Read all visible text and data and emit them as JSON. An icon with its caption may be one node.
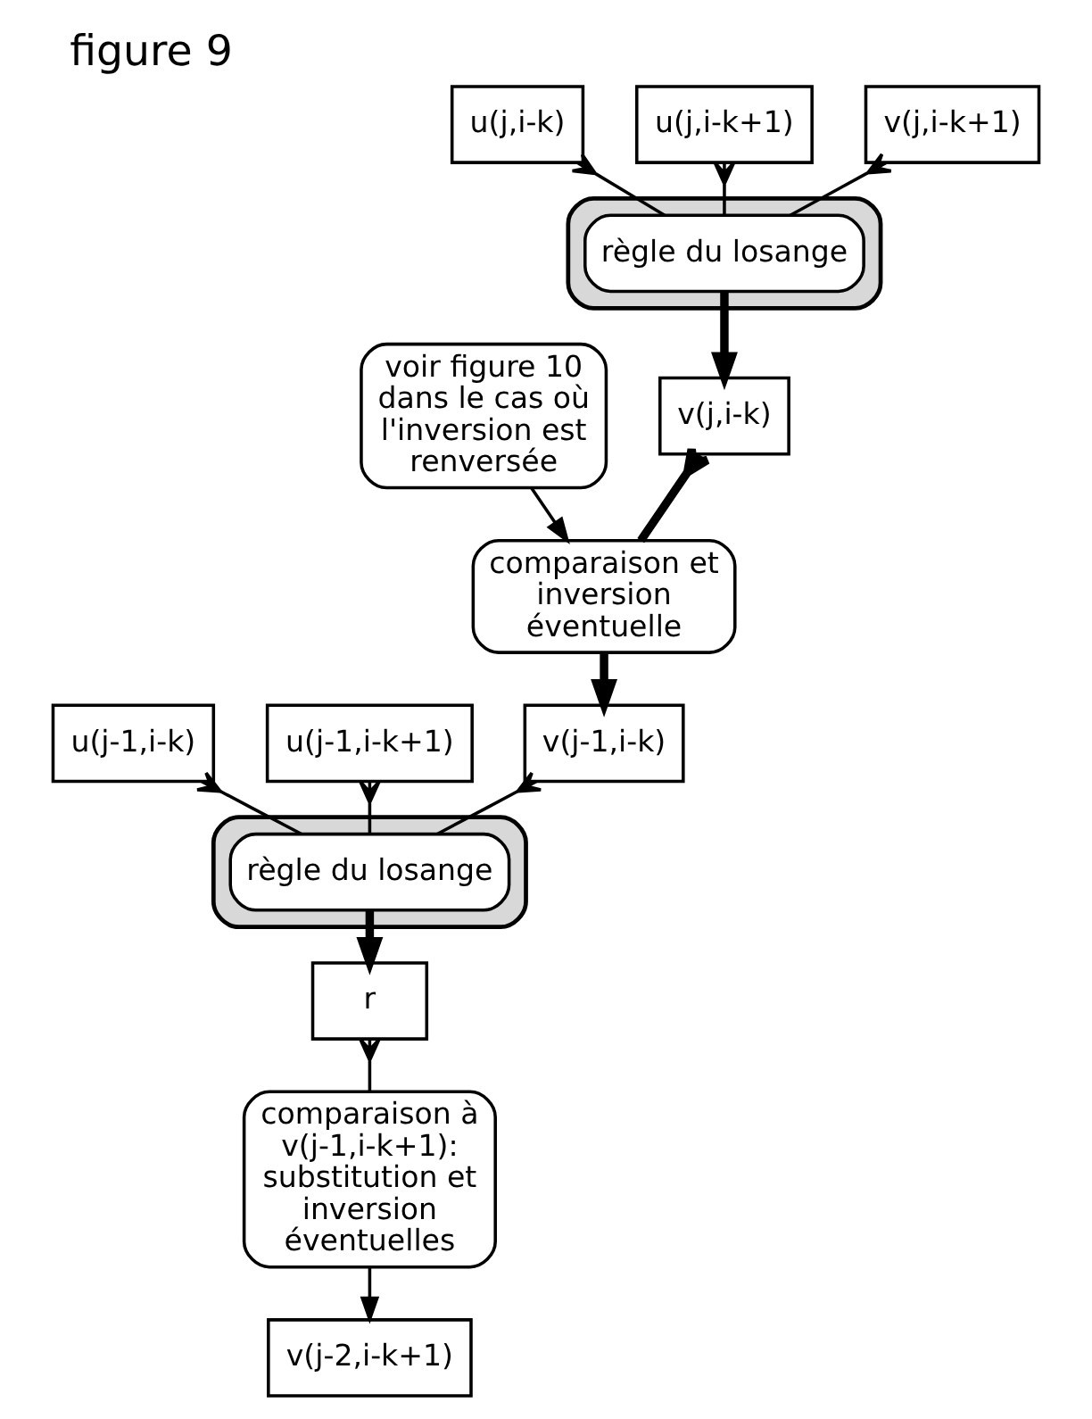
{
  "diagram": {
    "title": "figure 9",
    "nodes": [
      {
        "text": [],
        "shape": "octagon"
      },
      {
        "text": [
          "règle du losange"
        ],
        "in": 0
      },
      {
        "text": [
          "u(j,i-k)"
        ]
      },
      {
        "text": [
          "u(j,i-k+1)"
        ]
      },
      {
        "text": [
          "v(j,i-k)"
        ]
      },
      {
        "text": [
          "v(j,i-k+1)"
        ]
      },
      {
        "text": [
          "voir figure 10 dans le cas où l'inversion est renversée"
        ]
      },
      {
        "text": [
          "comparaison et inversion éventuelle"
        ]
      },
      {
        "text": [],
        "shape": "octagon"
      },
      {
        "text": [
          "règle du losange"
        ],
        "in": 8
      },
      {
        "text": [
          "u(j-1,i-k)"
        ]
      },
      {
        "text": [
          "u(j-1,i-k+1)"
        ]
      },
      {
        "text": [
          "v(j-1,i-k)"
        ]
      },
      {
        "text": [
          "r"
        ]
      },
      {
        "text": [
          "comparaison à v(j-1,i-k+1): substitution et inversion éventuelles"
        ]
      },
      {
        "text": [
          "v(j-2,i-k+1)"
        ]
      }
    ],
    "edges": [
      {
        "from": 2,
        "to": 1,
        "arrow": "other"
      },
      {
        "from": 3,
        "to": 1,
        "arrow": "other"
      },
      {
        "from": 1,
        "to": 4,
        "arrow": "to",
        "style": "thick"
      },
      {
        "from": 5,
        "to": 1,
        "arrow": "other"
      },
      {
        "from": 4,
        "to": 7,
        "arrow": "other",
        "style": "thick"
      },
      {
        "from": 6,
        "to": 7,
        "arrow": "to"
      },
      {
        "from": 7,
        "to": 12,
        "arrow": "to",
        "style": "thick"
      },
      {
        "from": 10,
        "to": 9,
        "arrow": "other"
      },
      {
        "from": 11,
        "to": 9,
        "arrow": "other"
      },
      {
        "from": 12,
        "to": 9,
        "arrow": "other"
      },
      {
        "from": 9,
        "to": 13,
        "arrow": "to",
        "style": "thick"
      },
      {
        "from": 13,
        "to": 14,
        "arrow": "other"
      },
      {
        "from": 14,
        "to": 15,
        "arrow": "to"
      }
    ]
  }
}
